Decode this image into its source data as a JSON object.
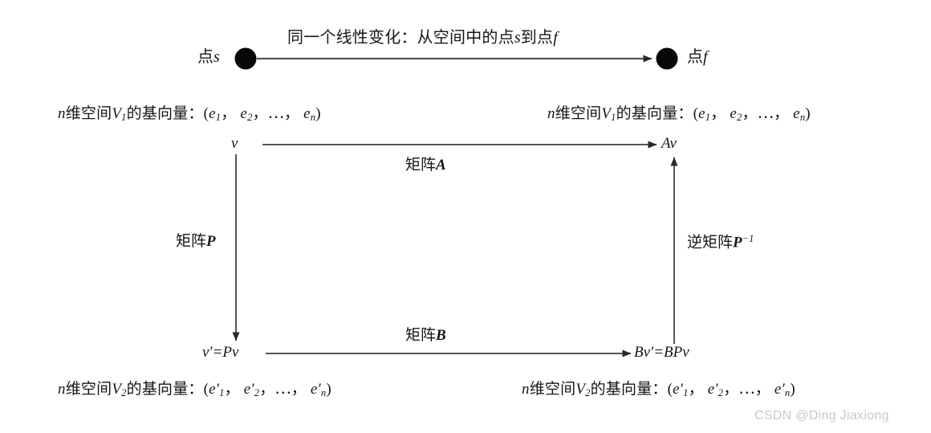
{
  "diagram": {
    "title_caption": "同一个线性变化：从空间中的点s到点f",
    "top_left_point_label": "点s",
    "top_right_point_label": "点f",
    "nodes": {
      "top_left": "v",
      "top_right": "Av",
      "bottom_left": "v′=Pv",
      "bottom_right": "Bv′=BPv"
    },
    "edges": {
      "top": "矩阵A",
      "bottom": "矩阵B",
      "left": "矩阵P",
      "right": "逆矩阵P⁻¹"
    },
    "basis_labels": {
      "top_left": "n维空间V₁的基向量：(e₁， e₂，⋯， eₙ)",
      "top_right": "n维空间V₁的基向量：(e₁， e₂，⋯， eₙ)",
      "bottom_left": "n维空间V₂的基向量：(e′₁， e′₂，⋯， e′ₙ)",
      "bottom_right": "n维空间V₂的基向量：(e′₁， e′₂，⋯， e′ₙ)"
    },
    "basis_parts": {
      "space_prefix": "n",
      "space_word": "维空间",
      "v1": "V",
      "v1_sub": "1",
      "v2_sub": "2",
      "basis_word": "的基向量：",
      "open_paren": "(",
      "e": "e",
      "sub1": "1",
      "sub2": "2",
      "subn": "n",
      "ellipsis": "⋯",
      "comma": "，",
      "close_paren": ")",
      "prime": "′"
    }
  },
  "watermark": "CSDN @Ding Jiaxiong",
  "colors": {
    "background": "#ffffff",
    "ink": "#1a1a1a",
    "line": "#4a4a4a",
    "dot": "#050505",
    "watermark": "#c9c9c9"
  }
}
